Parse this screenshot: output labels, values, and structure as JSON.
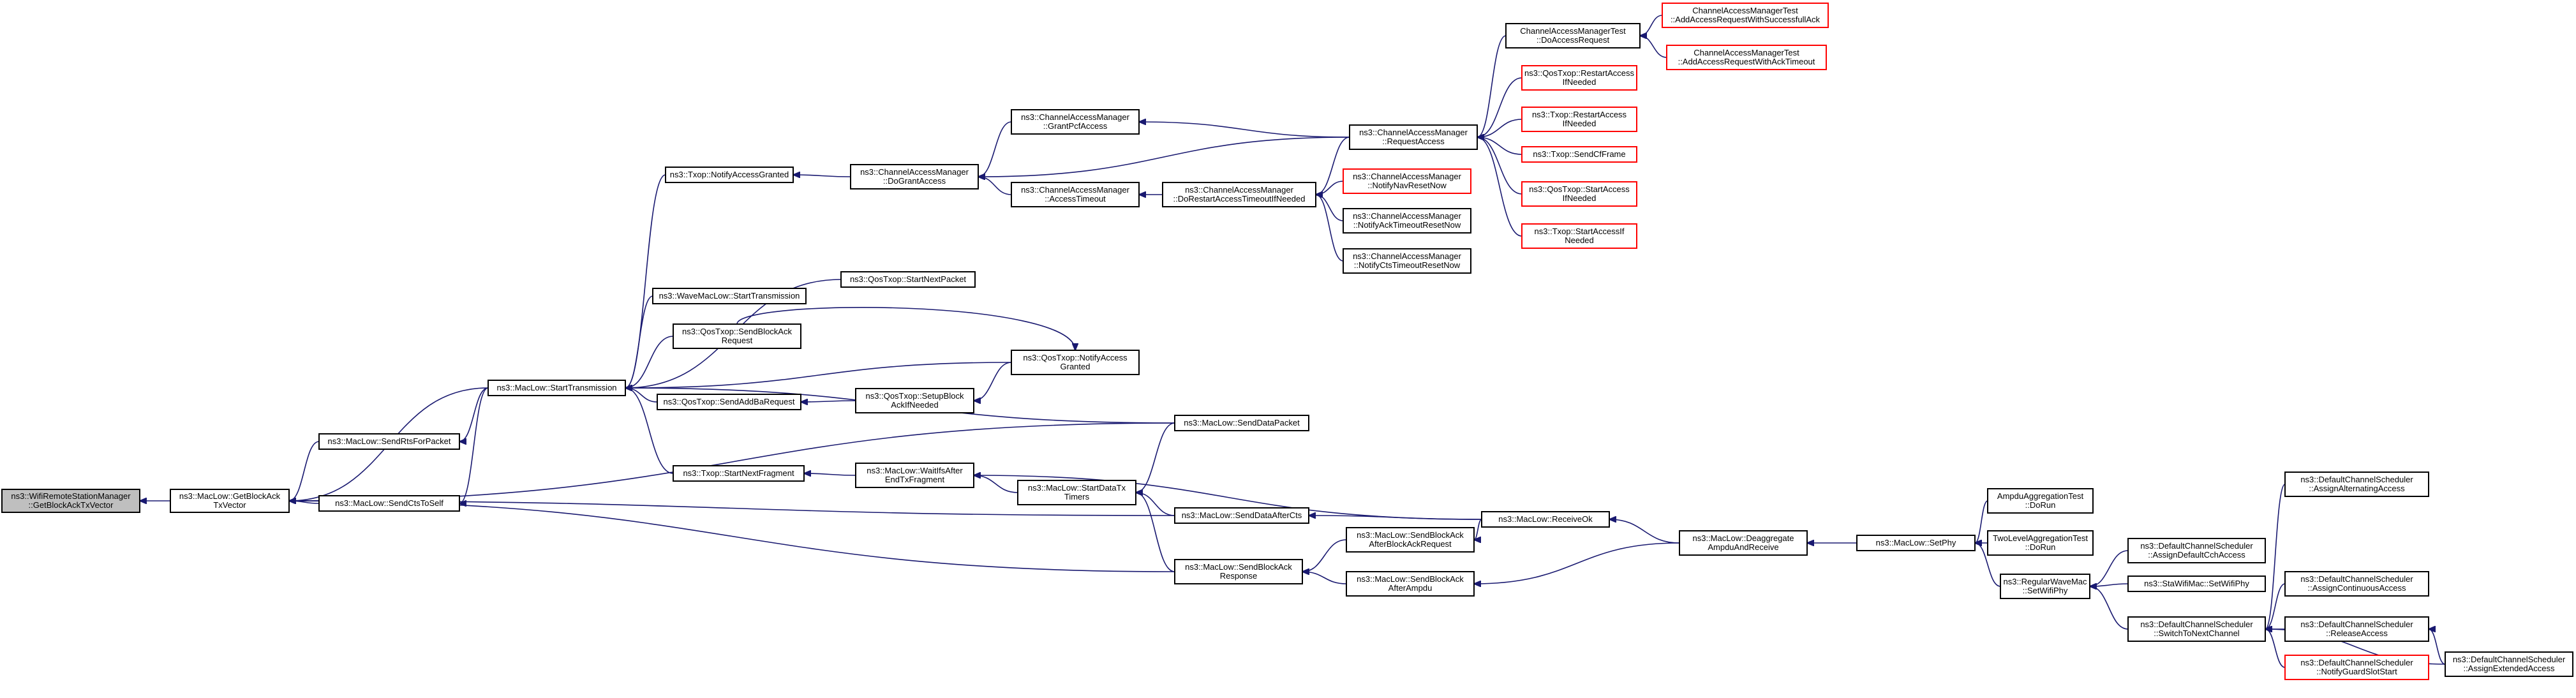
{
  "graph": {
    "nodes": [
      {
        "id": "root",
        "lines": [
          "ns3::WifiRemoteStationManager",
          "::GetBlockAckTxVector"
        ],
        "style": "root"
      },
      {
        "id": "getBA",
        "lines": [
          "ns3::MacLow::GetBlockAck",
          "TxVector"
        ],
        "style": "normal"
      },
      {
        "id": "sendRts",
        "lines": [
          "ns3::MacLow::SendRtsForPacket"
        ],
        "style": "normal"
      },
      {
        "id": "sendCts",
        "lines": [
          "ns3::MacLow::SendCtsToSelf"
        ],
        "style": "normal"
      },
      {
        "id": "startTx",
        "lines": [
          "ns3::MacLow::StartTransmission"
        ],
        "style": "normal"
      },
      {
        "id": "notifyAcc",
        "lines": [
          "ns3::Txop::NotifyAccessGranted"
        ],
        "style": "normal"
      },
      {
        "id": "doGrant",
        "lines": [
          "ns3::ChannelAccessManager",
          "::DoGrantAccess"
        ],
        "style": "normal"
      },
      {
        "id": "grantPcf",
        "lines": [
          "ns3::ChannelAccessManager",
          "::GrantPcfAccess"
        ],
        "style": "normal"
      },
      {
        "id": "accTimeout",
        "lines": [
          "ns3::ChannelAccessManager",
          "::AccessTimeout"
        ],
        "style": "normal"
      },
      {
        "id": "doRestart",
        "lines": [
          "ns3::ChannelAccessManager",
          "::DoRestartAccessTimeoutIfNeeded"
        ],
        "style": "normal"
      },
      {
        "id": "reqAccess",
        "lines": [
          "ns3::ChannelAccessManager",
          "::RequestAccess"
        ],
        "style": "normal"
      },
      {
        "id": "camtDo",
        "lines": [
          "ChannelAccessManagerTest",
          "::DoAccessRequest"
        ],
        "style": "normal"
      },
      {
        "id": "camtSucc",
        "lines": [
          "ChannelAccessManagerTest",
          "::AddAccessRequestWithSuccessfullAck"
        ],
        "style": "red"
      },
      {
        "id": "camtAck",
        "lines": [
          "ChannelAccessManagerTest",
          "::AddAccessRequestWithAckTimeout"
        ],
        "style": "red"
      },
      {
        "id": "qosRestart",
        "lines": [
          "ns3::QosTxop::RestartAccess",
          "IfNeeded"
        ],
        "style": "red"
      },
      {
        "id": "txopRestart",
        "lines": [
          "ns3::Txop::RestartAccess",
          "IfNeeded"
        ],
        "style": "red"
      },
      {
        "id": "sendCf",
        "lines": [
          "ns3::Txop::SendCfFrame"
        ],
        "style": "red"
      },
      {
        "id": "qosStart",
        "lines": [
          "ns3::QosTxop::StartAccess",
          "IfNeeded"
        ],
        "style": "red"
      },
      {
        "id": "txopStart",
        "lines": [
          "ns3::Txop::StartAccessIf",
          "Needed"
        ],
        "style": "red"
      },
      {
        "id": "notifyNav",
        "lines": [
          "ns3::ChannelAccessManager",
          "::NotifyNavResetNow"
        ],
        "style": "red"
      },
      {
        "id": "notifyAckTo",
        "lines": [
          "ns3::ChannelAccessManager",
          "::NotifyAckTimeoutResetNow"
        ],
        "style": "normal"
      },
      {
        "id": "notifyCtsTo",
        "lines": [
          "ns3::ChannelAccessManager",
          "::NotifyCtsTimeoutResetNow"
        ],
        "style": "normal"
      },
      {
        "id": "waveStart",
        "lines": [
          "ns3::WaveMacLow::StartTransmission"
        ],
        "style": "normal"
      },
      {
        "id": "qosNext",
        "lines": [
          "ns3::QosTxop::StartNextPacket"
        ],
        "style": "normal"
      },
      {
        "id": "qosSendBA",
        "lines": [
          "ns3::QosTxop::SendBlockAck",
          "Request"
        ],
        "style": "normal"
      },
      {
        "id": "qosAddBa",
        "lines": [
          "ns3::QosTxop::SendAddBaRequest"
        ],
        "style": "normal"
      },
      {
        "id": "qosSetup",
        "lines": [
          "ns3::QosTxop::SetupBlock",
          "AckIfNeeded"
        ],
        "style": "normal"
      },
      {
        "id": "qosNotify",
        "lines": [
          "ns3::QosTxop::NotifyAccess",
          "Granted"
        ],
        "style": "normal"
      },
      {
        "id": "sendData",
        "lines": [
          "ns3::MacLow::SendDataPacket"
        ],
        "style": "normal"
      },
      {
        "id": "txopNextFrag",
        "lines": [
          "ns3::Txop::StartNextFragment"
        ],
        "style": "normal"
      },
      {
        "id": "waitIfs",
        "lines": [
          "ns3::MacLow::WaitIfsAfter",
          "EndTxFragment"
        ],
        "style": "normal"
      },
      {
        "id": "startDataTimers",
        "lines": [
          "ns3::MacLow::StartDataTx",
          "Timers"
        ],
        "style": "normal"
      },
      {
        "id": "sendDataAfterCts",
        "lines": [
          "ns3::MacLow::SendDataAfterCts"
        ],
        "style": "normal"
      },
      {
        "id": "sendBAResp",
        "lines": [
          "ns3::MacLow::SendBlockAck",
          "Response"
        ],
        "style": "normal"
      },
      {
        "id": "sendBAAfterReq",
        "lines": [
          "ns3::MacLow::SendBlockAck",
          "AfterBlockAckRequest"
        ],
        "style": "normal"
      },
      {
        "id": "sendBAAfterAmpdu",
        "lines": [
          "ns3::MacLow::SendBlockAck",
          "AfterAmpdu"
        ],
        "style": "normal"
      },
      {
        "id": "receiveOk",
        "lines": [
          "ns3::MacLow::ReceiveOk"
        ],
        "style": "normal"
      },
      {
        "id": "deagg",
        "lines": [
          "ns3::MacLow::Deaggregate",
          "AmpduAndReceive"
        ],
        "style": "normal"
      },
      {
        "id": "setPhy",
        "lines": [
          "ns3::MacLow::SetPhy"
        ],
        "style": "normal"
      },
      {
        "id": "ampduTest",
        "lines": [
          "AmpduAggregationTest",
          "::DoRun"
        ],
        "style": "normal"
      },
      {
        "id": "twoLevel",
        "lines": [
          "TwoLevelAggregationTest",
          "::DoRun"
        ],
        "style": "normal"
      },
      {
        "id": "regWave",
        "lines": [
          "ns3::RegularWaveMac",
          "::SetWifiPhy"
        ],
        "style": "normal"
      },
      {
        "id": "dcsDefault",
        "lines": [
          "ns3::DefaultChannelScheduler",
          "::AssignDefaultCchAccess"
        ],
        "style": "normal"
      },
      {
        "id": "staWifi",
        "lines": [
          "ns3::StaWifiMac::SetWifiPhy"
        ],
        "style": "normal"
      },
      {
        "id": "dcsSwitch",
        "lines": [
          "ns3::DefaultChannelScheduler",
          "::SwitchToNextChannel"
        ],
        "style": "normal"
      },
      {
        "id": "dcsAlt",
        "lines": [
          "ns3::DefaultChannelScheduler",
          "::AssignAlternatingAccess"
        ],
        "style": "normal"
      },
      {
        "id": "dcsCont",
        "lines": [
          "ns3::DefaultChannelScheduler",
          "::AssignContinuousAccess"
        ],
        "style": "normal"
      },
      {
        "id": "dcsRelease",
        "lines": [
          "ns3::DefaultChannelScheduler",
          "::ReleaseAccess"
        ],
        "style": "normal"
      },
      {
        "id": "dcsGuard",
        "lines": [
          "ns3::DefaultChannelScheduler",
          "::NotifyGuardSlotStart"
        ],
        "style": "red"
      },
      {
        "id": "dcsExt",
        "lines": [
          "ns3::DefaultChannelScheduler",
          "::AssignExtendedAccess"
        ],
        "style": "normal"
      }
    ],
    "edges": [
      [
        "getBA",
        "root"
      ],
      [
        "sendRts",
        "getBA"
      ],
      [
        "sendCts",
        "getBA"
      ],
      [
        "startTx",
        "getBA"
      ],
      [
        "sendData",
        "getBA"
      ],
      [
        "sendDataAfterCts",
        "getBA"
      ],
      [
        "sendBAResp",
        "getBA"
      ],
      [
        "startTx",
        "sendRts"
      ],
      [
        "startTx",
        "sendCts"
      ],
      [
        "notifyAcc",
        "startTx"
      ],
      [
        "waveStart",
        "startTx"
      ],
      [
        "qosNext",
        "startTx"
      ],
      [
        "qosSendBA",
        "startTx"
      ],
      [
        "qosAddBa",
        "startTx"
      ],
      [
        "qosNotify",
        "startTx"
      ],
      [
        "sendData",
        "startTx"
      ],
      [
        "txopNextFrag",
        "startTx"
      ],
      [
        "doGrant",
        "notifyAcc"
      ],
      [
        "grantPcf",
        "doGrant"
      ],
      [
        "reqAccess",
        "doGrant"
      ],
      [
        "accTimeout",
        "doGrant"
      ],
      [
        "reqAccess",
        "grantPcf"
      ],
      [
        "doRestart",
        "accTimeout"
      ],
      [
        "reqAccess",
        "doRestart"
      ],
      [
        "notifyNav",
        "doRestart"
      ],
      [
        "notifyAckTo",
        "doRestart"
      ],
      [
        "notifyCtsTo",
        "doRestart"
      ],
      [
        "camtDo",
        "reqAccess"
      ],
      [
        "qosRestart",
        "reqAccess"
      ],
      [
        "txopRestart",
        "reqAccess"
      ],
      [
        "sendCf",
        "reqAccess"
      ],
      [
        "qosStart",
        "reqAccess"
      ],
      [
        "txopStart",
        "reqAccess"
      ],
      [
        "camtSucc",
        "camtDo"
      ],
      [
        "camtAck",
        "camtDo"
      ],
      [
        "qosSendBA",
        "qosNotify"
      ],
      [
        "qosSetup",
        "qosAddBa"
      ],
      [
        "qosNotify",
        "qosSetup"
      ],
      [
        "waitIfs",
        "txopNextFrag"
      ],
      [
        "startDataTimers",
        "waitIfs"
      ],
      [
        "receiveOk",
        "waitIfs"
      ],
      [
        "sendData",
        "startDataTimers"
      ],
      [
        "sendDataAfterCts",
        "startDataTimers"
      ],
      [
        "sendBAResp",
        "startDataTimers"
      ],
      [
        "receiveOk",
        "sendDataAfterCts"
      ],
      [
        "receiveOk",
        "sendBAAfterReq"
      ],
      [
        "sendBAAfterReq",
        "sendBAResp"
      ],
      [
        "sendBAAfterAmpdu",
        "sendBAResp"
      ],
      [
        "deagg",
        "receiveOk"
      ],
      [
        "deagg",
        "sendBAAfterAmpdu"
      ],
      [
        "setPhy",
        "deagg"
      ],
      [
        "ampduTest",
        "setPhy"
      ],
      [
        "twoLevel",
        "setPhy"
      ],
      [
        "regWave",
        "setPhy"
      ],
      [
        "dcsDefault",
        "regWave"
      ],
      [
        "staWifi",
        "regWave"
      ],
      [
        "dcsSwitch",
        "regWave"
      ],
      [
        "dcsAlt",
        "dcsSwitch"
      ],
      [
        "dcsCont",
        "dcsSwitch"
      ],
      [
        "dcsRelease",
        "dcsSwitch"
      ],
      [
        "dcsGuard",
        "dcsSwitch"
      ],
      [
        "dcsExt",
        "dcsSwitch"
      ],
      [
        "dcsExt",
        "dcsRelease"
      ]
    ],
    "colors": {
      "edge": "#191970",
      "node_border": "#000000",
      "link_missing_border": "#ff0000",
      "root_fill": "#bfbfbf"
    }
  }
}
